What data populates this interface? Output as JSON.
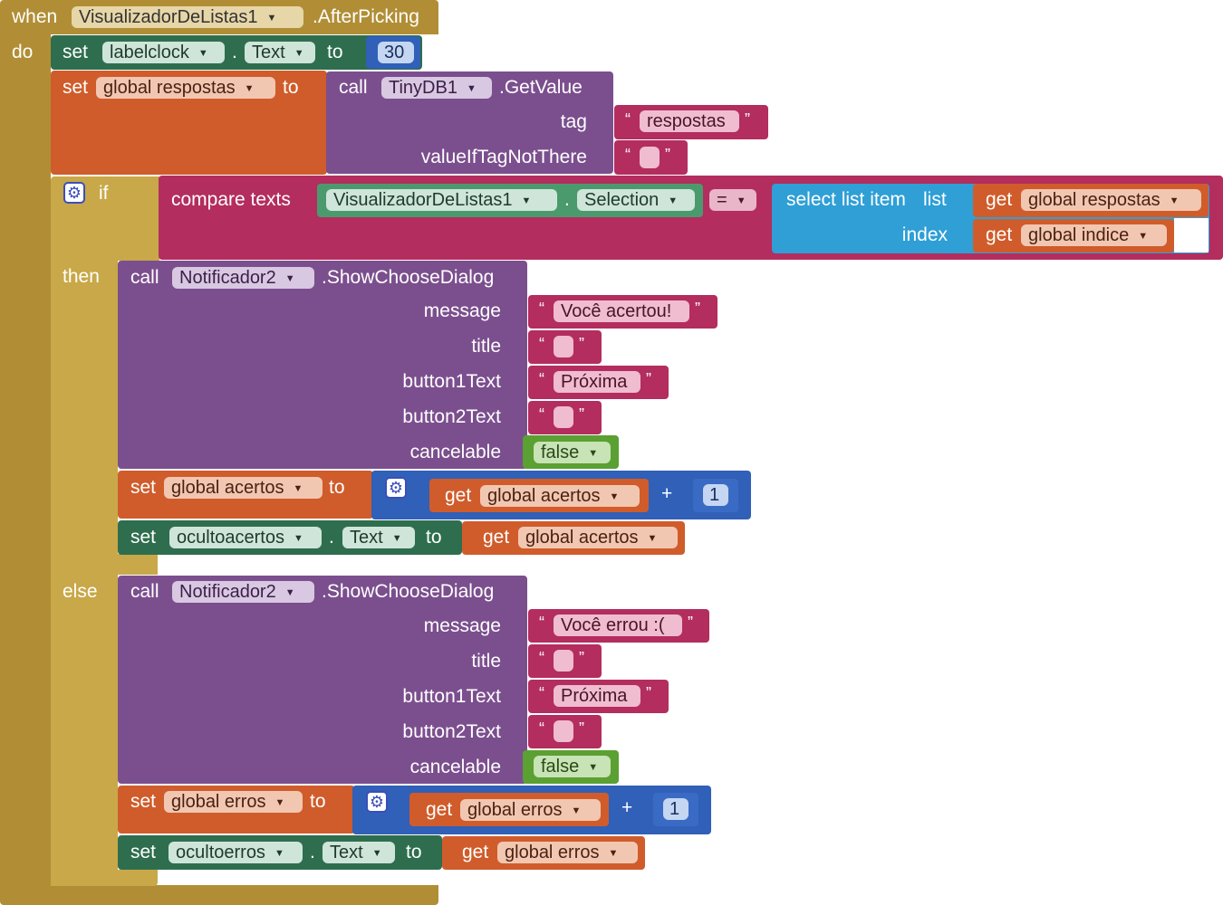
{
  "event": {
    "when": "when",
    "do": "do",
    "component": "VisualizadorDeListas1",
    "event_name": ".AfterPicking"
  },
  "set_clock": {
    "set": "set",
    "component": "labelclock",
    "dot": ".",
    "property": "Text",
    "to": "to",
    "value": "30"
  },
  "set_respostas": {
    "set": "set",
    "variable": "global respostas",
    "to": "to"
  },
  "getvalue": {
    "call": "call",
    "component": "TinyDB1",
    "method": ".GetValue",
    "tag_label": "tag",
    "tag_value": "respostas",
    "default_label": "valueIfTagNotThere",
    "default_value": ""
  },
  "if_block": {
    "if": "if",
    "then": "then",
    "else": "else",
    "compare": "compare texts",
    "component": "VisualizadorDeListas1",
    "dot": ".",
    "property": "Selection",
    "operator": "=",
    "select_label": "select list item",
    "list_label": "list",
    "index_label": "index",
    "get": "get",
    "list_var": "global respostas",
    "index_var": "global indice"
  },
  "dialog_then": {
    "call": "call",
    "component": "Notificador2",
    "method": ".ShowChooseDialog",
    "message_label": "message",
    "message": "Você acertou!",
    "title_label": "title",
    "title": "",
    "button1_label": "button1Text",
    "button1": "Próxima",
    "button2_label": "button2Text",
    "button2": "",
    "cancelable_label": "cancelable",
    "cancelable": "false"
  },
  "set_acertos": {
    "set": "set",
    "variable": "global acertos",
    "to": "to",
    "get": "get",
    "get_var": "global acertos",
    "plus": "+",
    "inc": "1"
  },
  "set_ocultoacertos": {
    "set": "set",
    "component": "ocultoacertos",
    "dot": ".",
    "property": "Text",
    "to": "to",
    "get": "get",
    "get_var": "global acertos"
  },
  "dialog_else": {
    "call": "call",
    "component": "Notificador2",
    "method": ".ShowChooseDialog",
    "message_label": "message",
    "message": "Você errou :(",
    "title_label": "title",
    "title": "",
    "button1_label": "button1Text",
    "button1": "Próxima",
    "button2_label": "button2Text",
    "button2": "",
    "cancelable_label": "cancelable",
    "cancelable": "false"
  },
  "set_erros": {
    "set": "set",
    "variable": "global erros",
    "to": "to",
    "get": "get",
    "get_var": "global erros",
    "plus": "+",
    "inc": "1"
  },
  "set_ocultoerros": {
    "set": "set",
    "component": "ocultoerros",
    "dot": ".",
    "property": "Text",
    "to": "to",
    "get": "get",
    "get_var": "global erros"
  },
  "quotes": {
    "open": "“",
    "close": "”"
  },
  "arrow": "▼"
}
